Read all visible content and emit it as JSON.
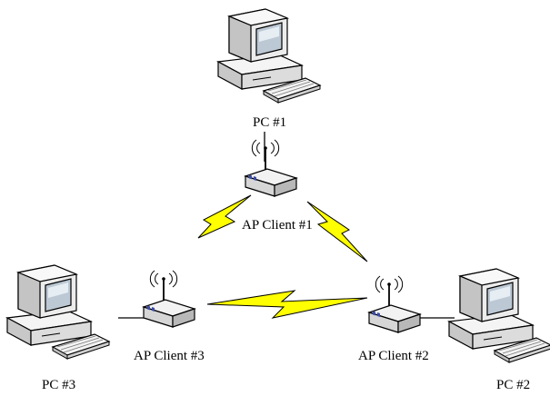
{
  "diagram": {
    "nodes": {
      "pc1": {
        "label": "PC #1"
      },
      "pc2": {
        "label": "PC #2"
      },
      "pc3": {
        "label": "PC #3"
      },
      "ap1": {
        "label": "AP Client #1"
      },
      "ap2": {
        "label": "AP Client #2"
      },
      "ap3": {
        "label": "AP Client #3"
      }
    },
    "links": [
      {
        "from": "pc1",
        "to": "ap1",
        "type": "wired"
      },
      {
        "from": "pc2",
        "to": "ap2",
        "type": "wired"
      },
      {
        "from": "pc3",
        "to": "ap3",
        "type": "wired"
      },
      {
        "from": "ap1",
        "to": "ap2",
        "type": "wireless"
      },
      {
        "from": "ap1",
        "to": "ap3",
        "type": "wireless"
      },
      {
        "from": "ap2",
        "to": "ap3",
        "type": "wireless"
      }
    ],
    "colors": {
      "wireless_bolt": "#ffff00",
      "device_body": "#e0e0e0",
      "screen": "#bcc8d4",
      "ap_ports": "#3a4aa8"
    }
  }
}
